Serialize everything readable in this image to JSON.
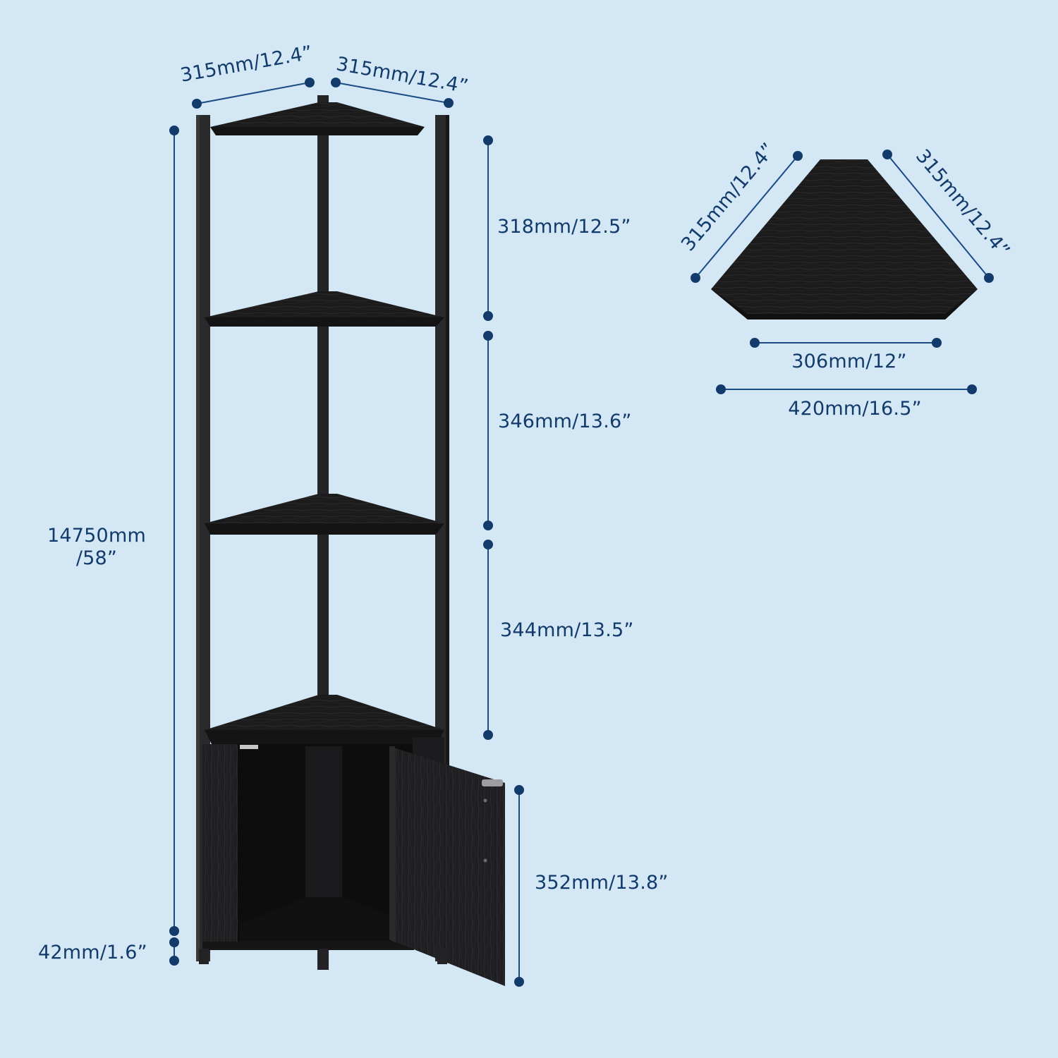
{
  "colors": {
    "background": "#d3e7f4",
    "dimension_line": "#1a4b85",
    "label_text": "#123b6b",
    "shelf_wood": "#1b1b1c",
    "frame": "#262628"
  },
  "shelf_unit": {
    "tiers": 4,
    "has_cabinet_door": true,
    "door_state": "open"
  },
  "dimensions": {
    "top_left_side": "315mm/12.4”",
    "top_right_side": "315mm/12.4”",
    "total_height_line1": "14750mm",
    "total_height_line2": "/58”",
    "tier1_height": "318mm/12.5”",
    "tier2_height": "346mm/13.6”",
    "tier3_height": "344mm/13.5”",
    "cabinet_height": "352mm/13.8”",
    "foot_height": "42mm/1.6”"
  },
  "shelf_topview": {
    "left_side": "315mm/12.4”",
    "right_side": "315mm/12.4”",
    "front_edge": "306mm/12”",
    "overall_width": "420mm/16.5”"
  }
}
